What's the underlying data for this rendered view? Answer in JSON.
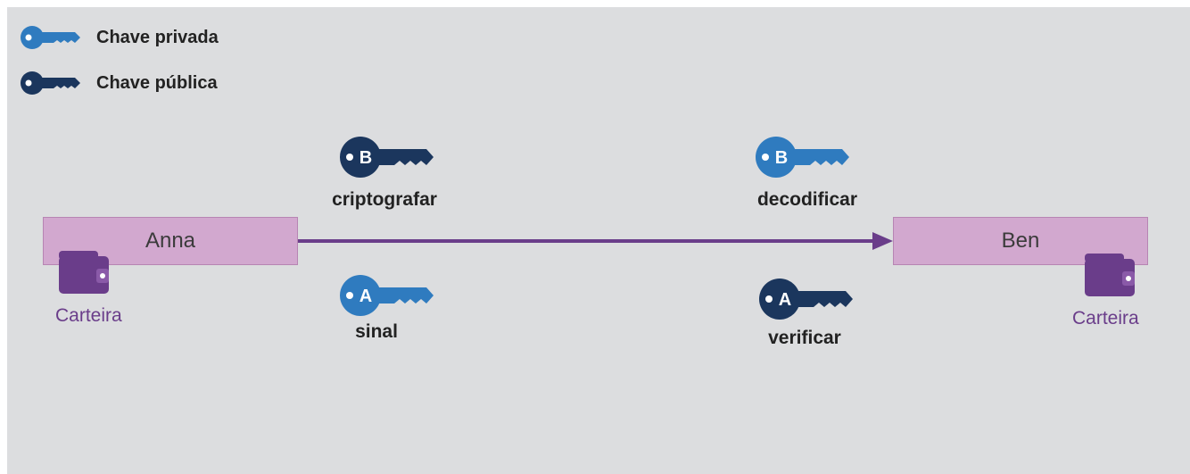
{
  "colors": {
    "private_key": "#2f7bbf",
    "public_key": "#1b365d",
    "wallet": "#6a3d8a",
    "party_box": "#d2a8cf",
    "arrow": "#6a3d8a",
    "background": "#dcdddf"
  },
  "legend": {
    "private": {
      "icon": "key-icon",
      "label": "Chave privada"
    },
    "public": {
      "icon": "key-icon",
      "label": "Chave pública"
    }
  },
  "flow": {
    "sender": {
      "name": "Anna",
      "wallet_label": "Carteira",
      "icon": "wallet-icon"
    },
    "receiver": {
      "name": "Ben",
      "wallet_label": "Carteira",
      "icon": "wallet-icon"
    },
    "encrypt": {
      "label": "criptografar",
      "key_letter": "B",
      "key_type": "public"
    },
    "decrypt": {
      "label": "decodificar",
      "key_letter": "B",
      "key_type": "private"
    },
    "sign": {
      "label": "sinal",
      "key_letter": "A",
      "key_type": "private"
    },
    "verify": {
      "label": "verificar",
      "key_letter": "A",
      "key_type": "public"
    }
  }
}
